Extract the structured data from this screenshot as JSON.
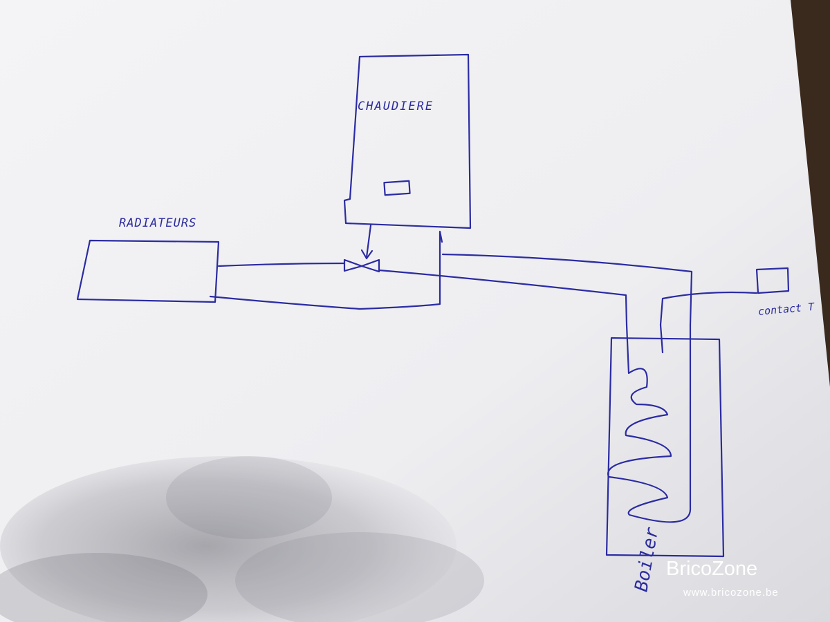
{
  "diagram": {
    "boiler_label": "CHAUDIERE",
    "radiator_label": "RADIATEURS",
    "water_heater_label": "Boiler",
    "contact_label": "contact T"
  },
  "watermark": {
    "brand": "BricoZone",
    "url": "www.bricozone.be"
  },
  "colors": {
    "ink": "#2b2ba3",
    "paper": "#f2f2f4",
    "table": "#3a2a1e"
  }
}
